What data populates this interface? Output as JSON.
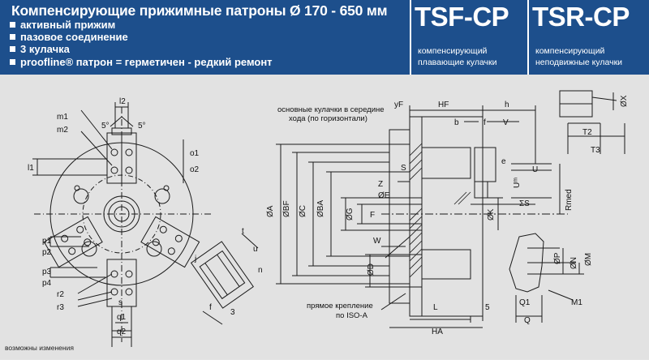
{
  "header": {
    "title": "Компенсирующие прижимные патроны Ø 170 - 650 мм",
    "features": [
      "активный прижим",
      "пазовое соединение",
      "3 кулачка",
      "proofline® патрон = герметичен - редкий ремонт"
    ],
    "products": [
      {
        "code": "TSF-CP",
        "desc_line1": "компенсирующий",
        "desc_line2": "плавающие кулачки"
      },
      {
        "code": "TSR-CP",
        "desc_line1": "компенсирующий",
        "desc_line2": "неподвижные кулачки"
      }
    ]
  },
  "colors": {
    "header_bg": "#1d4f8c",
    "drawing_bg": "#e2e2e2",
    "line": "#1a1a1a"
  },
  "drawing": {
    "front_view_labels": {
      "l2": "l2",
      "m1": "m1",
      "m2": "m2",
      "angle1": "5°",
      "angle2": "5°",
      "l1": "l1",
      "o1": "o1",
      "o2": "o2",
      "p1": "p1",
      "p2": "p2",
      "p3": "p3",
      "p4": "p4",
      "r2": "r2",
      "r3": "r3",
      "s": "s",
      "q1": "q1",
      "q2": "q2",
      "t": "t",
      "u": "u",
      "n": "n",
      "j": "j",
      "f": "f",
      "three": "3"
    },
    "side_view_labels": {
      "base_jaw_note_line1": "основные кулачки в середине",
      "base_jaw_note_line2": "хода (по горизонтали)",
      "yF": "yF",
      "HF": "HF",
      "h": "h",
      "b": "b",
      "f": "f",
      "V": "V",
      "S": "S",
      "Z": "Z",
      "E": "ØE",
      "A": "ØA",
      "BF": "ØBF",
      "C": "ØC",
      "BA": "ØBA",
      "G": "ØG",
      "F": "F",
      "K": "ØK",
      "W": "W",
      "D": "ØD",
      "L": "L",
      "five": "5",
      "HA": "HA",
      "direct_mount_line1": "прямое крепление",
      "direct_mount_line2": "по ISO-A",
      "e": "e",
      "Umin": "Uᵐ",
      "U": "U",
      "SS": "ΣS",
      "Rmed": "Rmed"
    },
    "tsr_labels": {
      "X": "ØX",
      "T2": "T2",
      "T3": "T3",
      "P": "ØP",
      "N": "ØN",
      "M": "ØM",
      "Q1": "Q1",
      "M1": "M1",
      "Q": "Q"
    }
  },
  "footer": {
    "note": "возможны изменения"
  }
}
